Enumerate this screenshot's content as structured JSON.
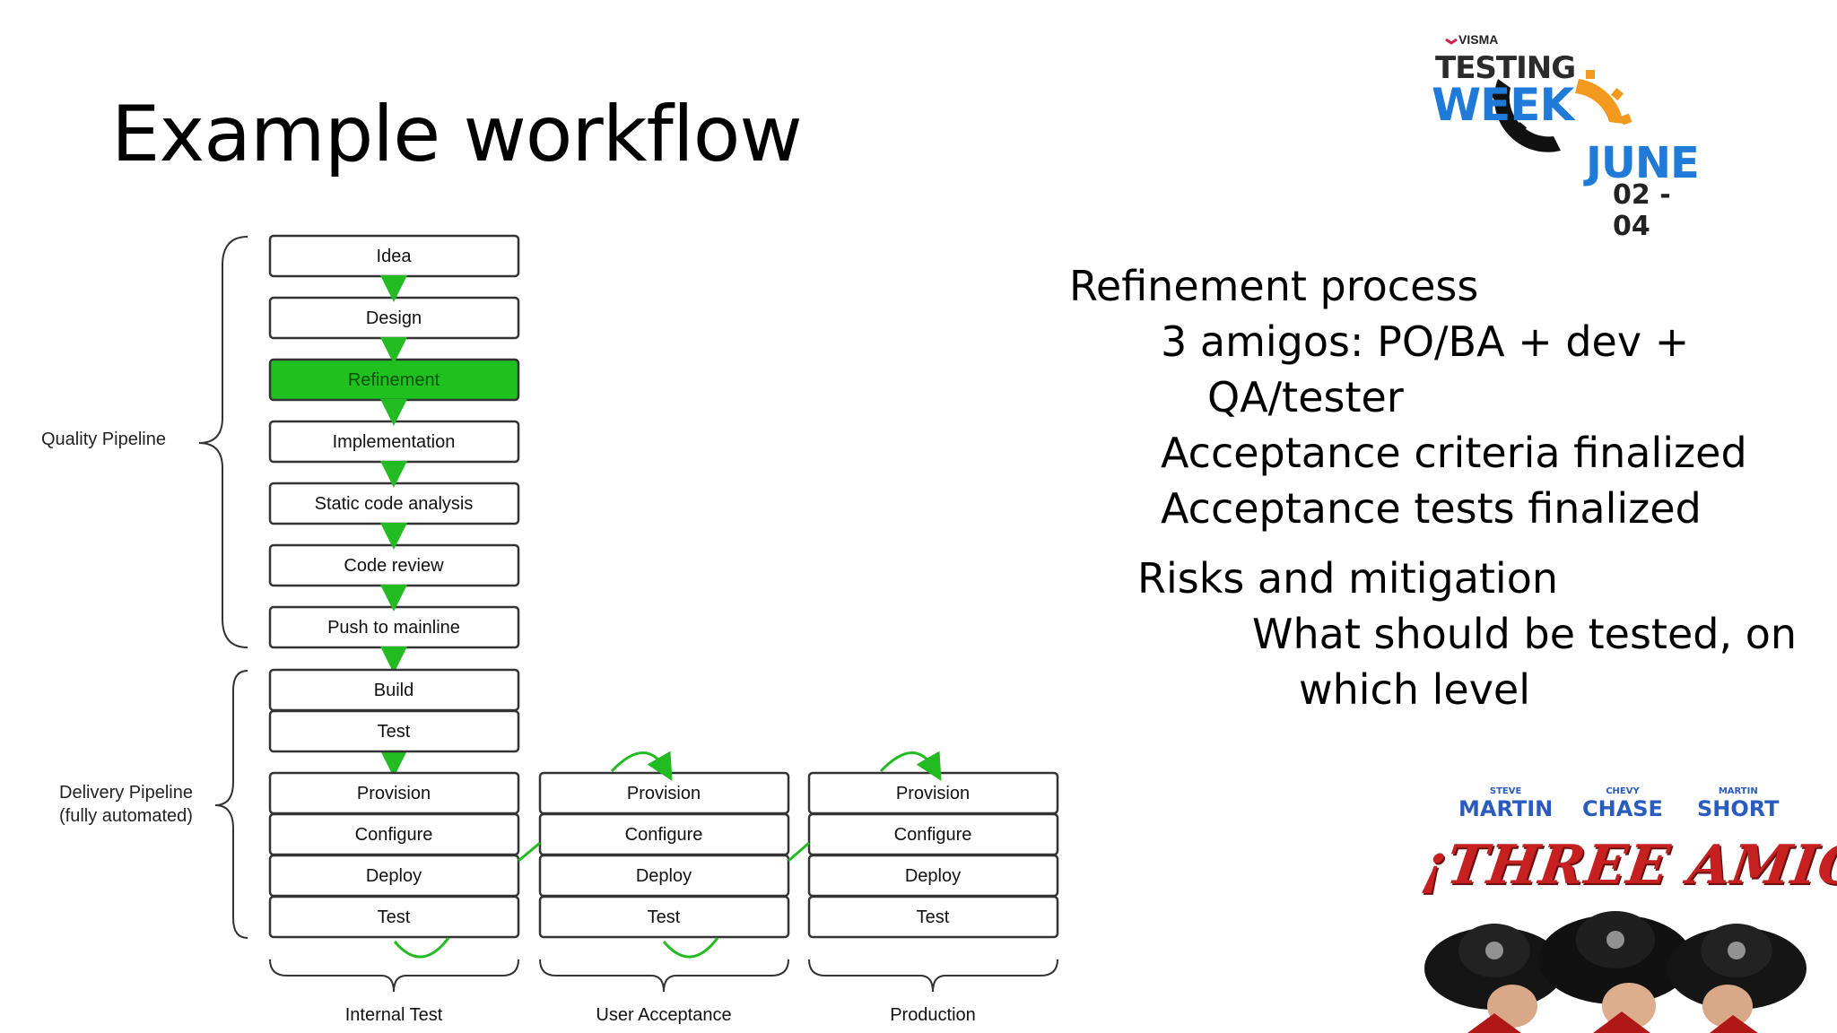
{
  "slide": {
    "title": "Example workflow"
  },
  "logo": {
    "brand": "VISMA",
    "line1": "TESTING",
    "line2": "WEEK",
    "month": "JUNE",
    "dates": "02 - 04"
  },
  "diagram": {
    "quality_label": "Quality Pipeline",
    "delivery_label_1": "Delivery Pipeline",
    "delivery_label_2": "(fully automated)",
    "quality_steps": [
      "Idea",
      "Design",
      "Refinement",
      "Implementation",
      "Static code analysis",
      "Code review",
      "Push to mainline"
    ],
    "highlighted_step": "Refinement",
    "build_steps": [
      "Build",
      "Test"
    ],
    "environment_steps": [
      "Provision",
      "Configure",
      "Deploy",
      "Test"
    ],
    "environments": [
      "Internal Test",
      "User Acceptance",
      "Production"
    ],
    "colors": {
      "highlight": "#1fc11f",
      "arrow": "#22bb22",
      "box_border": "#333333"
    }
  },
  "notes": {
    "l1": "Refinement process",
    "l2": "3 amigos: PO/BA + dev +",
    "l3": "QA/tester",
    "l4": "Acceptance criteria finalized",
    "l5": "Acceptance tests finalized",
    "l6": "Risks and mitigation",
    "l7": "What should be tested, on",
    "l8": "which level"
  },
  "poster": {
    "actors": [
      {
        "first": "STEVE",
        "last": "MARTIN"
      },
      {
        "first": "CHEVY",
        "last": "CHASE"
      },
      {
        "first": "MARTIN",
        "last": "SHORT"
      }
    ],
    "title": "¡THREE AMIGOS!"
  }
}
